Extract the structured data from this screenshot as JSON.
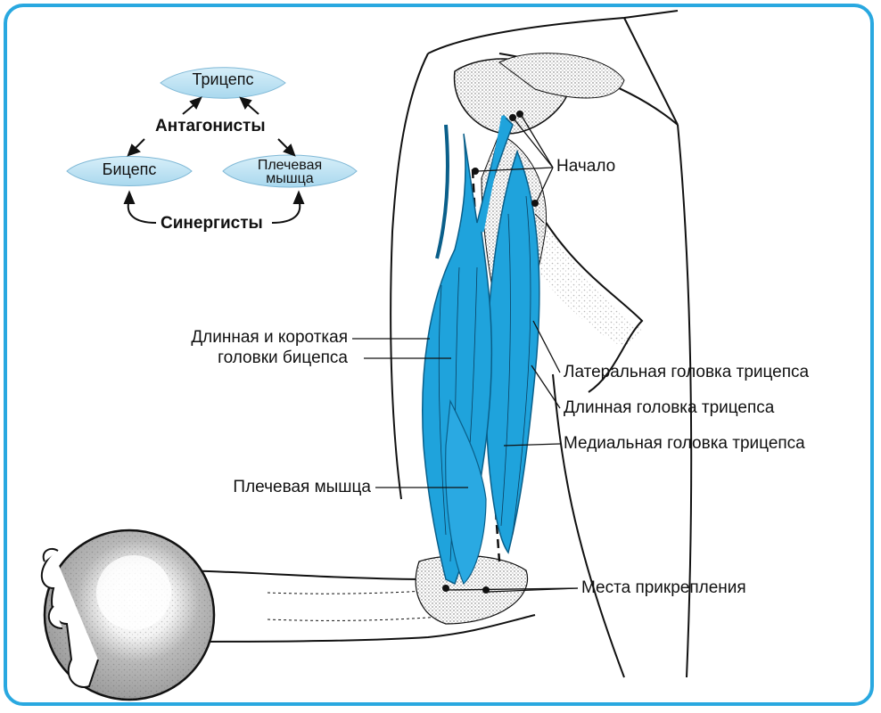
{
  "colors": {
    "frame": "#29a8e0",
    "muscle": "#1fa3dc",
    "muscle_dark": "#0a5f8a",
    "oval": "#bfe3f3",
    "line": "#111111"
  },
  "schema": {
    "triceps": "Трицепс",
    "biceps": "Бицепс",
    "brachialis_line1": "Плечевая",
    "brachialis_line2": "мышца",
    "antagonists": "Антагонисты",
    "synergists": "Синергисты"
  },
  "labels": {
    "origin": "Начало",
    "biceps_heads_line1": "Длинная и короткая",
    "biceps_heads_line2": "головки бицепса",
    "brachialis": "Плечевая мышца",
    "triceps_lateral": "Латеральная головка трицепса",
    "triceps_long": "Длинная головка трицепса",
    "triceps_medial": "Медиальная головка трицепса",
    "insertion": "Места прикрепления"
  }
}
